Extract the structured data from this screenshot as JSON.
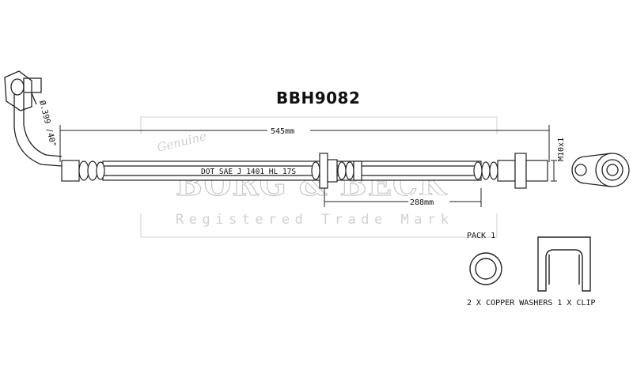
{
  "part_number": "BBH9082",
  "dimensions": {
    "overall_length": "545mm",
    "partial_length": "288mm",
    "angle_label": "Ø.399 /40°",
    "thread": "M10x1"
  },
  "hose_marking": "DOT SAE J 1401 HL 17S",
  "watermark": {
    "script": "Genuine",
    "brand": "BORG & BECK",
    "tagline": "Registered Trade Mark"
  },
  "pack": {
    "label": "PACK 1",
    "contents": "2 X COPPER WASHERS 1 X CLIP"
  }
}
